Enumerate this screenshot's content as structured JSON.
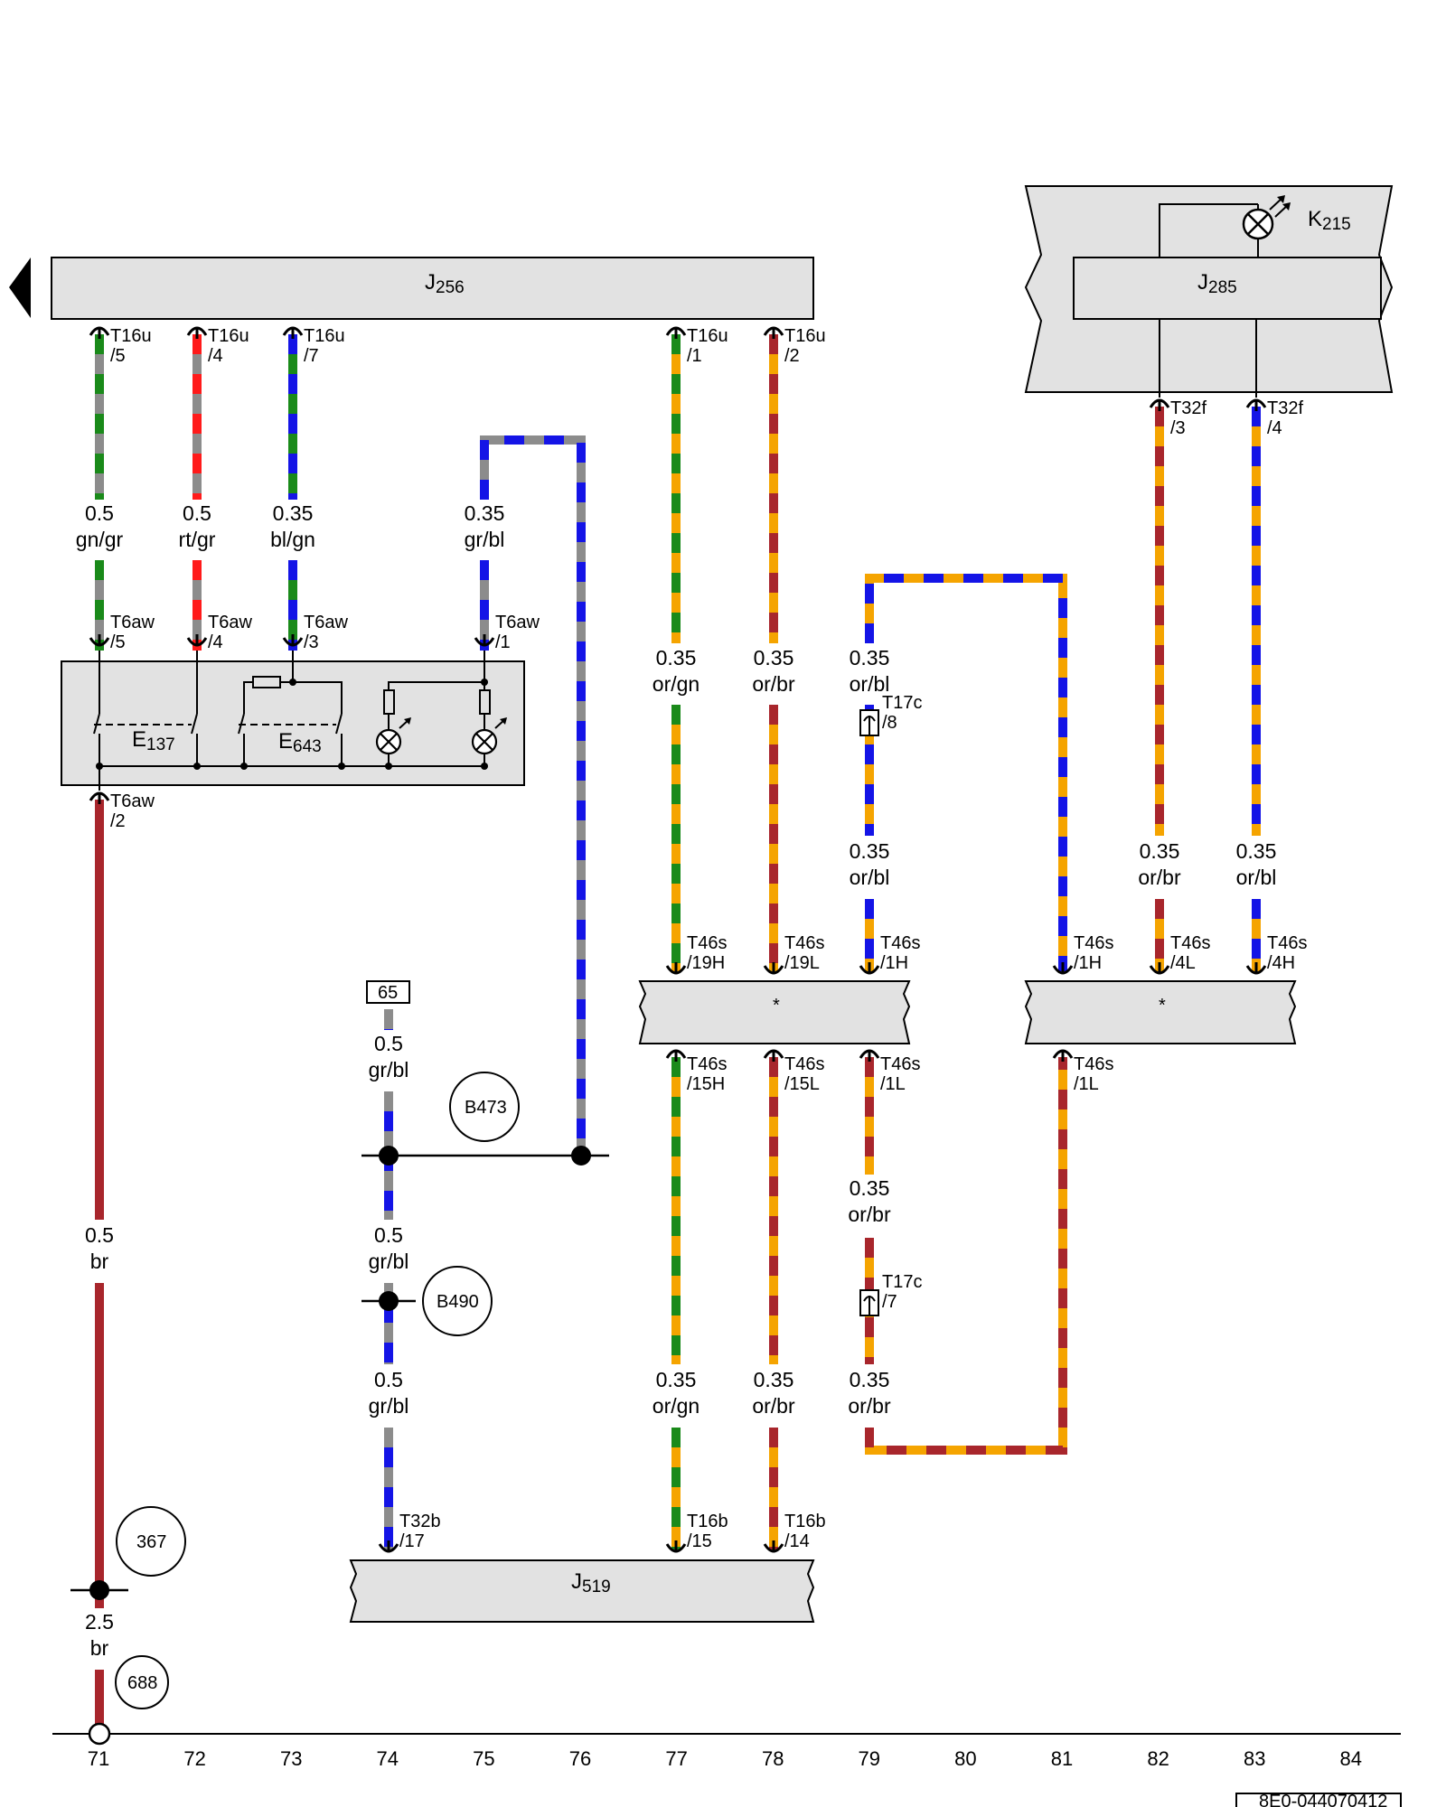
{
  "colors": {
    "gn": "#1a8a1a",
    "gr": "#8c8c8c",
    "rt": "#ff1a1a",
    "bl": "#1414e6",
    "or": "#f5a400",
    "br": "#a8262c",
    "box": "#e2e2e2"
  },
  "components": {
    "J256": {
      "letter": "J",
      "num": "256"
    },
    "J285": {
      "letter": "J",
      "num": "285"
    },
    "K215": {
      "letter": "K",
      "num": "215"
    },
    "J519": {
      "letter": "J",
      "num": "519"
    },
    "E137": {
      "letter": "E",
      "num": "137"
    },
    "E643": {
      "letter": "E",
      "num": "643"
    },
    "star_a": "*",
    "star_b": "*",
    "fuse_65": "65"
  },
  "wire_labels": {
    "w71a": {
      "size": "0.5",
      "color": "gn/gr"
    },
    "w72a": {
      "size": "0.5",
      "color": "rt/gr"
    },
    "w73a": {
      "size": "0.35",
      "color": "bl/gn"
    },
    "w75a": {
      "size": "0.35",
      "color": "gr/bl"
    },
    "w77a": {
      "size": "0.35",
      "color": "or/gn"
    },
    "w78a": {
      "size": "0.35",
      "color": "or/br"
    },
    "w79a": {
      "size": "0.35",
      "color": "or/bl"
    },
    "w79b": {
      "size": "0.35",
      "color": "or/bl"
    },
    "w82a": {
      "size": "0.35",
      "color": "or/br"
    },
    "w83a": {
      "size": "0.35",
      "color": "or/bl"
    },
    "w71b": {
      "size": "0.5",
      "color": "br"
    },
    "w71c": {
      "size": "2.5",
      "color": "br"
    },
    "w74a": {
      "size": "0.5",
      "color": "gr/bl"
    },
    "w74b": {
      "size": "0.5",
      "color": "gr/bl"
    },
    "w74c": {
      "size": "0.5",
      "color": "gr/bl"
    },
    "w79c": {
      "size": "0.35",
      "color": "or/br"
    },
    "w77b": {
      "size": "0.35",
      "color": "or/gn"
    },
    "w78b": {
      "size": "0.35",
      "color": "or/br"
    },
    "w79d": {
      "size": "0.35",
      "color": "or/br"
    }
  },
  "pins": {
    "p_t16u_5": {
      "conn": "T16u",
      "pin": "/5"
    },
    "p_t16u_4": {
      "conn": "T16u",
      "pin": "/4"
    },
    "p_t16u_7": {
      "conn": "T16u",
      "pin": "/7"
    },
    "p_t16u_1": {
      "conn": "T16u",
      "pin": "/1"
    },
    "p_t16u_2": {
      "conn": "T16u",
      "pin": "/2"
    },
    "p_t32f_3": {
      "conn": "T32f",
      "pin": "/3"
    },
    "p_t32f_4": {
      "conn": "T32f",
      "pin": "/4"
    },
    "p_t6aw_5": {
      "conn": "T6aw",
      "pin": "/5"
    },
    "p_t6aw_4": {
      "conn": "T6aw",
      "pin": "/4"
    },
    "p_t6aw_3": {
      "conn": "T6aw",
      "pin": "/3"
    },
    "p_t6aw_1": {
      "conn": "T6aw",
      "pin": "/1"
    },
    "p_t6aw_2": {
      "conn": "T6aw",
      "pin": "/2"
    },
    "p_t17c_8": {
      "conn": "T17c",
      "pin": "/8"
    },
    "p_t17c_7": {
      "conn": "T17c",
      "pin": "/7"
    },
    "p_t46s_19h": {
      "conn": "T46s",
      "pin": "/19H"
    },
    "p_t46s_19l": {
      "conn": "T46s",
      "pin": "/19L"
    },
    "p_t46s_1h_a": {
      "conn": "T46s",
      "pin": "/1H"
    },
    "p_t46s_1h_b": {
      "conn": "T46s",
      "pin": "/1H"
    },
    "p_t46s_4l": {
      "conn": "T46s",
      "pin": "/4L"
    },
    "p_t46s_4h": {
      "conn": "T46s",
      "pin": "/4H"
    },
    "p_t46s_15h": {
      "conn": "T46s",
      "pin": "/15H"
    },
    "p_t46s_15l": {
      "conn": "T46s",
      "pin": "/15L"
    },
    "p_t46s_1l_a": {
      "conn": "T46s",
      "pin": "/1L"
    },
    "p_t46s_1l_b": {
      "conn": "T46s",
      "pin": "/1L"
    },
    "p_t32b_17": {
      "conn": "T32b",
      "pin": "/17"
    },
    "p_t16b_15": {
      "conn": "T16b",
      "pin": "/15"
    },
    "p_t16b_14": {
      "conn": "T16b",
      "pin": "/14"
    }
  },
  "references": [
    "B473",
    "B490",
    "367",
    "688"
  ],
  "columns": [
    "71",
    "72",
    "73",
    "74",
    "75",
    "76",
    "77",
    "78",
    "79",
    "80",
    "81",
    "82",
    "83",
    "84"
  ],
  "doc_code": "8E0-044070412"
}
